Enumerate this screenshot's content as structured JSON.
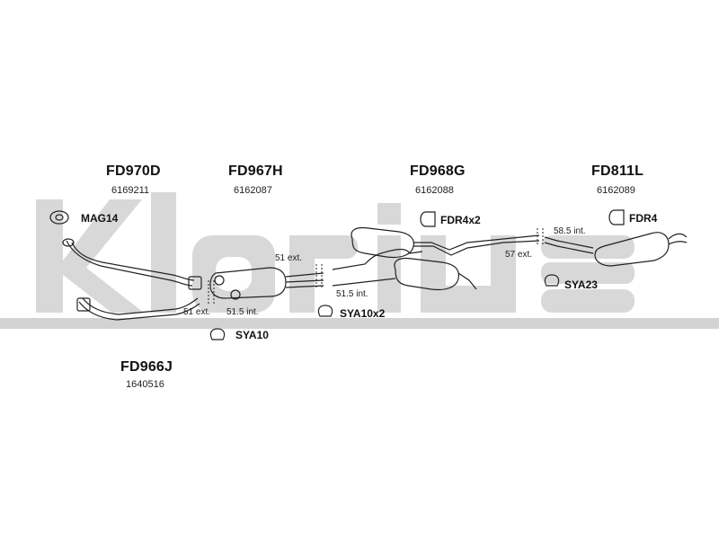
{
  "parts": {
    "fd970d": {
      "code": "FD970D",
      "number": "6169211"
    },
    "fd967h": {
      "code": "FD967H",
      "number": "6162087"
    },
    "fd968g": {
      "code": "FD968G",
      "number": "6162088"
    },
    "fd811l": {
      "code": "FD811L",
      "number": "6162089"
    },
    "fd966j": {
      "code": "FD966J",
      "number": "1640516"
    }
  },
  "accessories": {
    "mag14": "MAG14",
    "fdr4x2": "FDR4x2",
    "fdr4": "FDR4",
    "sya23": "SYA23",
    "sya10x2": "SYA10x2",
    "sya10": "SYA10"
  },
  "dimensions": {
    "d51ext_a": "51 ext.",
    "d51_5int_a": "51.5 int.",
    "d51ext_b": "51 ext.",
    "d51_5int_b": "51.5 int.",
    "d58_5int": "58.5 int.",
    "d57ext": "57 ext."
  },
  "watermark": {
    "text": "Klarius",
    "color": "#d3d3d3"
  }
}
